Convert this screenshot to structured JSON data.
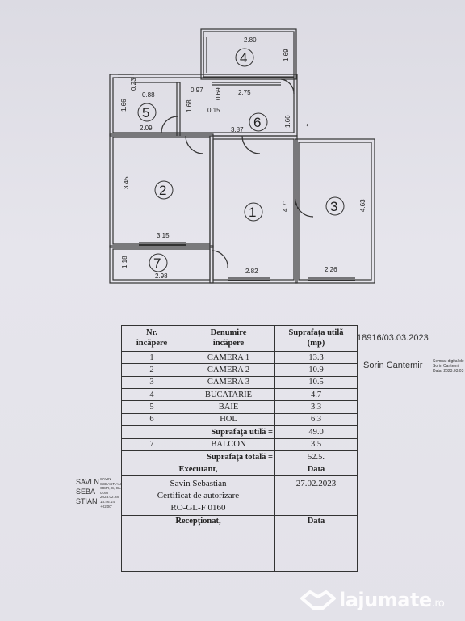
{
  "plan": {
    "rooms": [
      {
        "id": "room-1",
        "number": "1"
      },
      {
        "id": "room-2",
        "number": "2"
      },
      {
        "id": "room-3",
        "number": "3"
      },
      {
        "id": "room-4",
        "number": "4"
      },
      {
        "id": "room-5",
        "number": "5"
      },
      {
        "id": "room-6",
        "number": "6"
      },
      {
        "id": "room-7",
        "number": "7"
      }
    ],
    "dimensions": {
      "d280": "2.80",
      "d169": "1.69",
      "d023": "0.23",
      "d088": "0.88",
      "d097": "0.97",
      "d275": "2.75",
      "d069": "0.69",
      "d015": "0.15",
      "d166a": "1.66",
      "d168": "1.68",
      "d209": "2.09",
      "d387": "3.87",
      "d166b": "1.66",
      "d345": "3.45",
      "d471": "4.71",
      "d463": "4.63",
      "d315": "3.15",
      "d118": "1.18",
      "d298": "2.98",
      "d282": "2.82",
      "d226": "2.26"
    },
    "entry_arrow": "←"
  },
  "table": {
    "headers": {
      "nr": [
        "Nr.",
        "încăpere"
      ],
      "name": [
        "Denumire",
        "încăpere"
      ],
      "area": [
        "Suprafaţa utilă",
        "(mp)"
      ]
    },
    "rows": [
      {
        "nr": "1",
        "name": "CAMERA 1",
        "area": "13.3"
      },
      {
        "nr": "2",
        "name": "CAMERA 2",
        "area": "10.9"
      },
      {
        "nr": "3",
        "name": "CAMERA 3",
        "area": "10.5"
      },
      {
        "nr": "4",
        "name": "BUCATARIE",
        "area": "4.7"
      },
      {
        "nr": "5",
        "name": "BAIE",
        "area": "3.3"
      },
      {
        "nr": "6",
        "name": "HOL",
        "area": "6.3"
      }
    ],
    "useful_label": "Suprafaţa utilă =",
    "useful_value": "49.0",
    "balcony": {
      "nr": "7",
      "name": "BALCON",
      "area": "3.5"
    },
    "total_label": "Suprafaţa totală =",
    "total_value": "52.5.",
    "executant_label": "Executant,",
    "data_label": "Data",
    "executant_lines": [
      "Savin Sebastian",
      "Certificat de autorizare",
      "RO-GL-F 0160"
    ],
    "executant_date": "27.02.2023",
    "receptionat_label": "Recepţionat,",
    "data_label2": "Data"
  },
  "stamp_number": "18916/03.03.2023",
  "signature": {
    "name": "Sorin Cantemir",
    "small": "Semnat digital de\nSorin Cantemir\nData: 2023.03.03"
  },
  "savin_signature": {
    "big": "SAVI N SEBA STIAN",
    "small": "SAVIN SEBASTIAN OCPI, C, GL, 0160 2023.02.28 18:46:14 +02'00'"
  },
  "watermark": {
    "text": "lajumate",
    "suffix": ".ro"
  }
}
